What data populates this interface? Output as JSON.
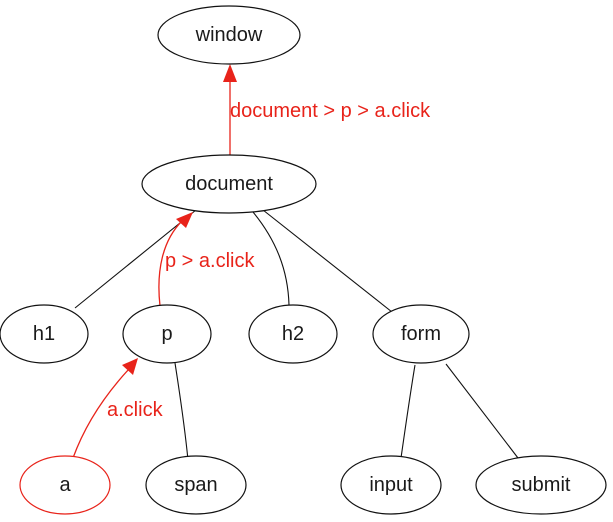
{
  "colors": {
    "node_stroke": "#111111",
    "highlight": "#e8231a",
    "event_path": "#e8231a"
  },
  "nodes": {
    "window": "window",
    "document": "document",
    "h1": "h1",
    "p": "p",
    "h2": "h2",
    "form": "form",
    "a": "a",
    "span": "span",
    "input": "input",
    "submit": "submit"
  },
  "edges": [
    {
      "from": "document",
      "to": "h1"
    },
    {
      "from": "document",
      "to": "h2"
    },
    {
      "from": "document",
      "to": "form"
    },
    {
      "from": "p",
      "to": "span"
    },
    {
      "from": "form",
      "to": "input"
    },
    {
      "from": "form",
      "to": "submit"
    }
  ],
  "event_path": [
    {
      "from": "a",
      "to": "p",
      "label": "a.click"
    },
    {
      "from": "p",
      "to": "document",
      "label": "p > a.click"
    },
    {
      "from": "document",
      "to": "window",
      "label": "document > p > a.click"
    }
  ]
}
